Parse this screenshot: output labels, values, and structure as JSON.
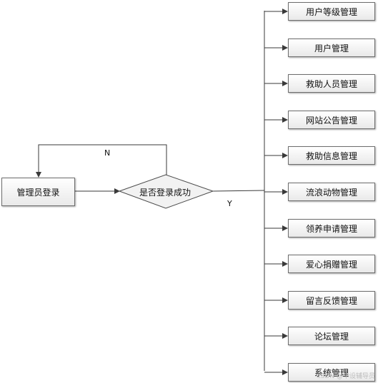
{
  "start_node": {
    "label": "管理员登录"
  },
  "decision": {
    "label": "是否登录成功",
    "no_label": "N",
    "yes_label": "Y"
  },
  "modules": [
    {
      "label": "用户等级管理"
    },
    {
      "label": "用户管理"
    },
    {
      "label": "救助人员管理"
    },
    {
      "label": "网站公告管理"
    },
    {
      "label": "救助信息管理"
    },
    {
      "label": "流浪动物管理"
    },
    {
      "label": "领养申请管理"
    },
    {
      "label": "爱心捐赠管理"
    },
    {
      "label": "留言反馈管理"
    },
    {
      "label": "论坛管理"
    },
    {
      "label": "系统管理"
    }
  ],
  "watermark": "CSDN @毕设辅导员",
  "colors": {
    "line": "#3a3a3a",
    "border": "#6e6e6e"
  }
}
